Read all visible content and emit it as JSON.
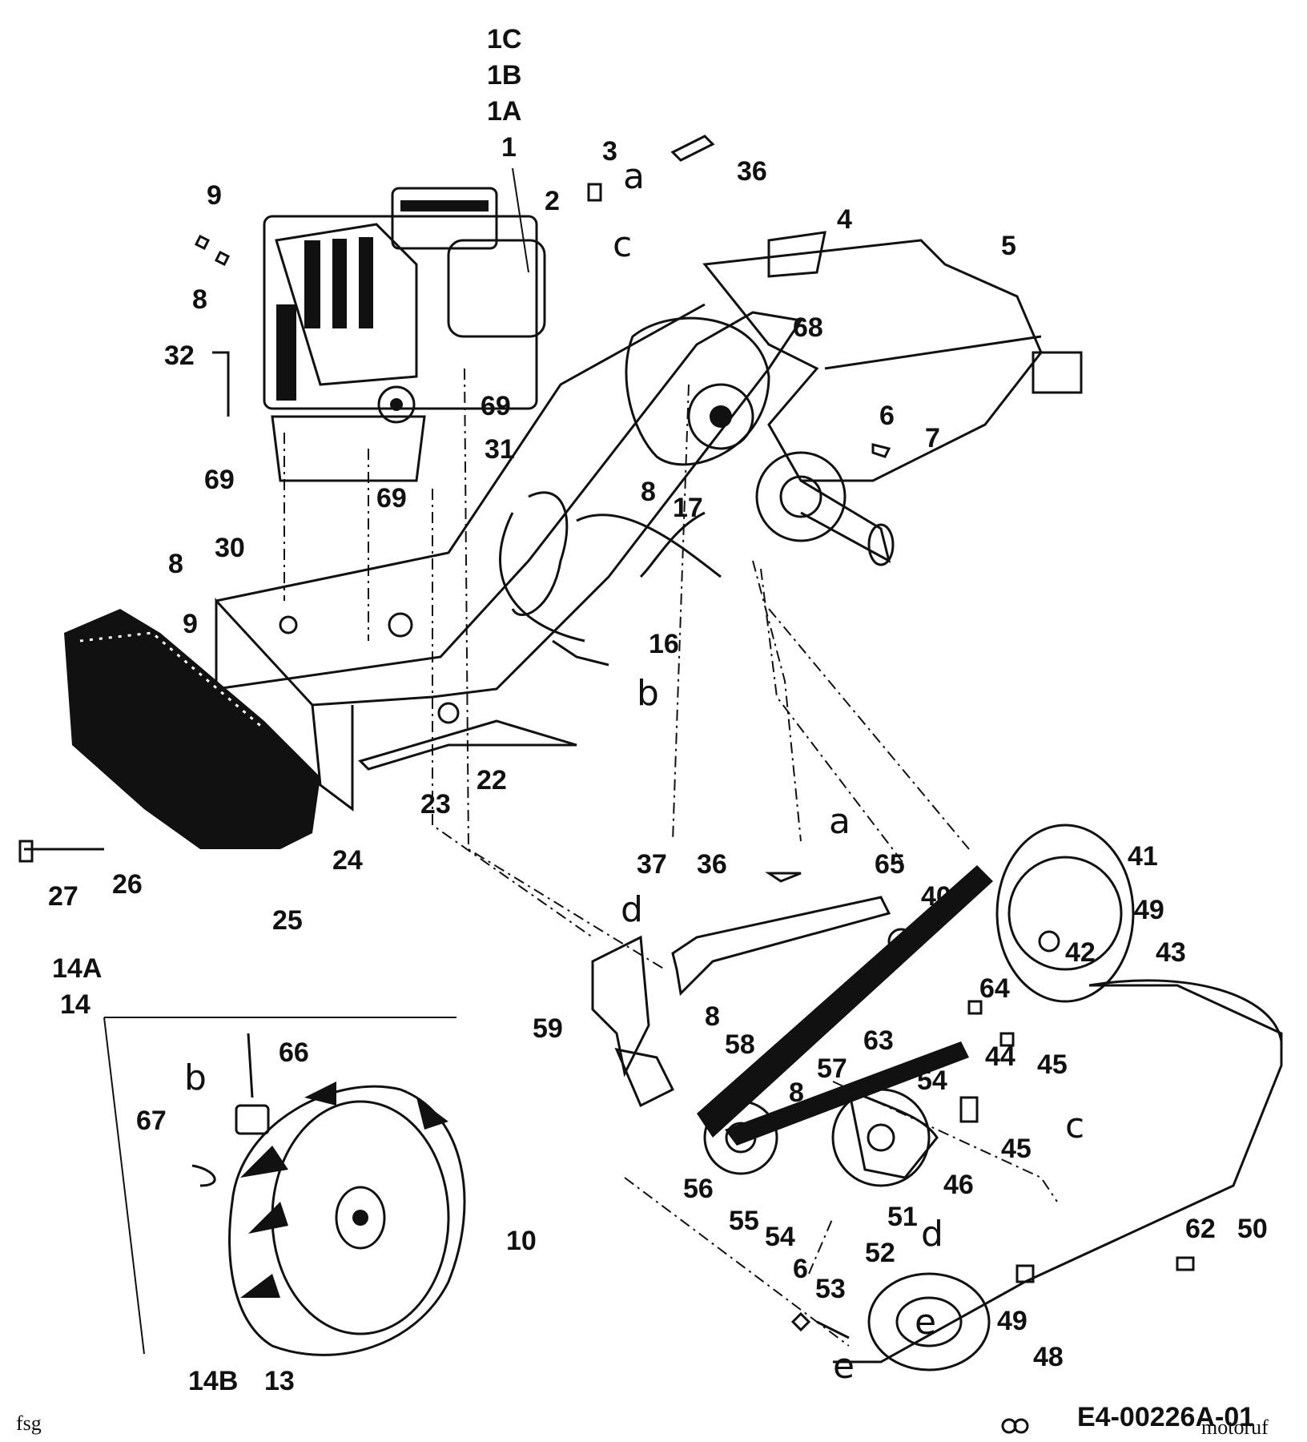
{
  "engine_variants": [
    "1C",
    "1B",
    "1A",
    "1"
  ],
  "wheel_variants": [
    "14A",
    "14",
    "14B"
  ],
  "part_labels": [
    "2",
    "3",
    "4",
    "5",
    "6",
    "7",
    "8",
    "9",
    "10",
    "13",
    "16",
    "17",
    "22",
    "23",
    "24",
    "25",
    "26",
    "27",
    "30",
    "31",
    "32",
    "36",
    "37",
    "40",
    "41",
    "42",
    "43",
    "44",
    "45",
    "46",
    "48",
    "49",
    "50",
    "51",
    "52",
    "53",
    "54",
    "55",
    "56",
    "57",
    "58",
    "59",
    "62",
    "63",
    "64",
    "65",
    "66",
    "67",
    "68",
    "69"
  ],
  "connection_letters": [
    "a",
    "b",
    "c",
    "d",
    "e"
  ],
  "footer": {
    "left": "fsg",
    "right": "E4-00226A-01",
    "watermark": "motoruf"
  }
}
